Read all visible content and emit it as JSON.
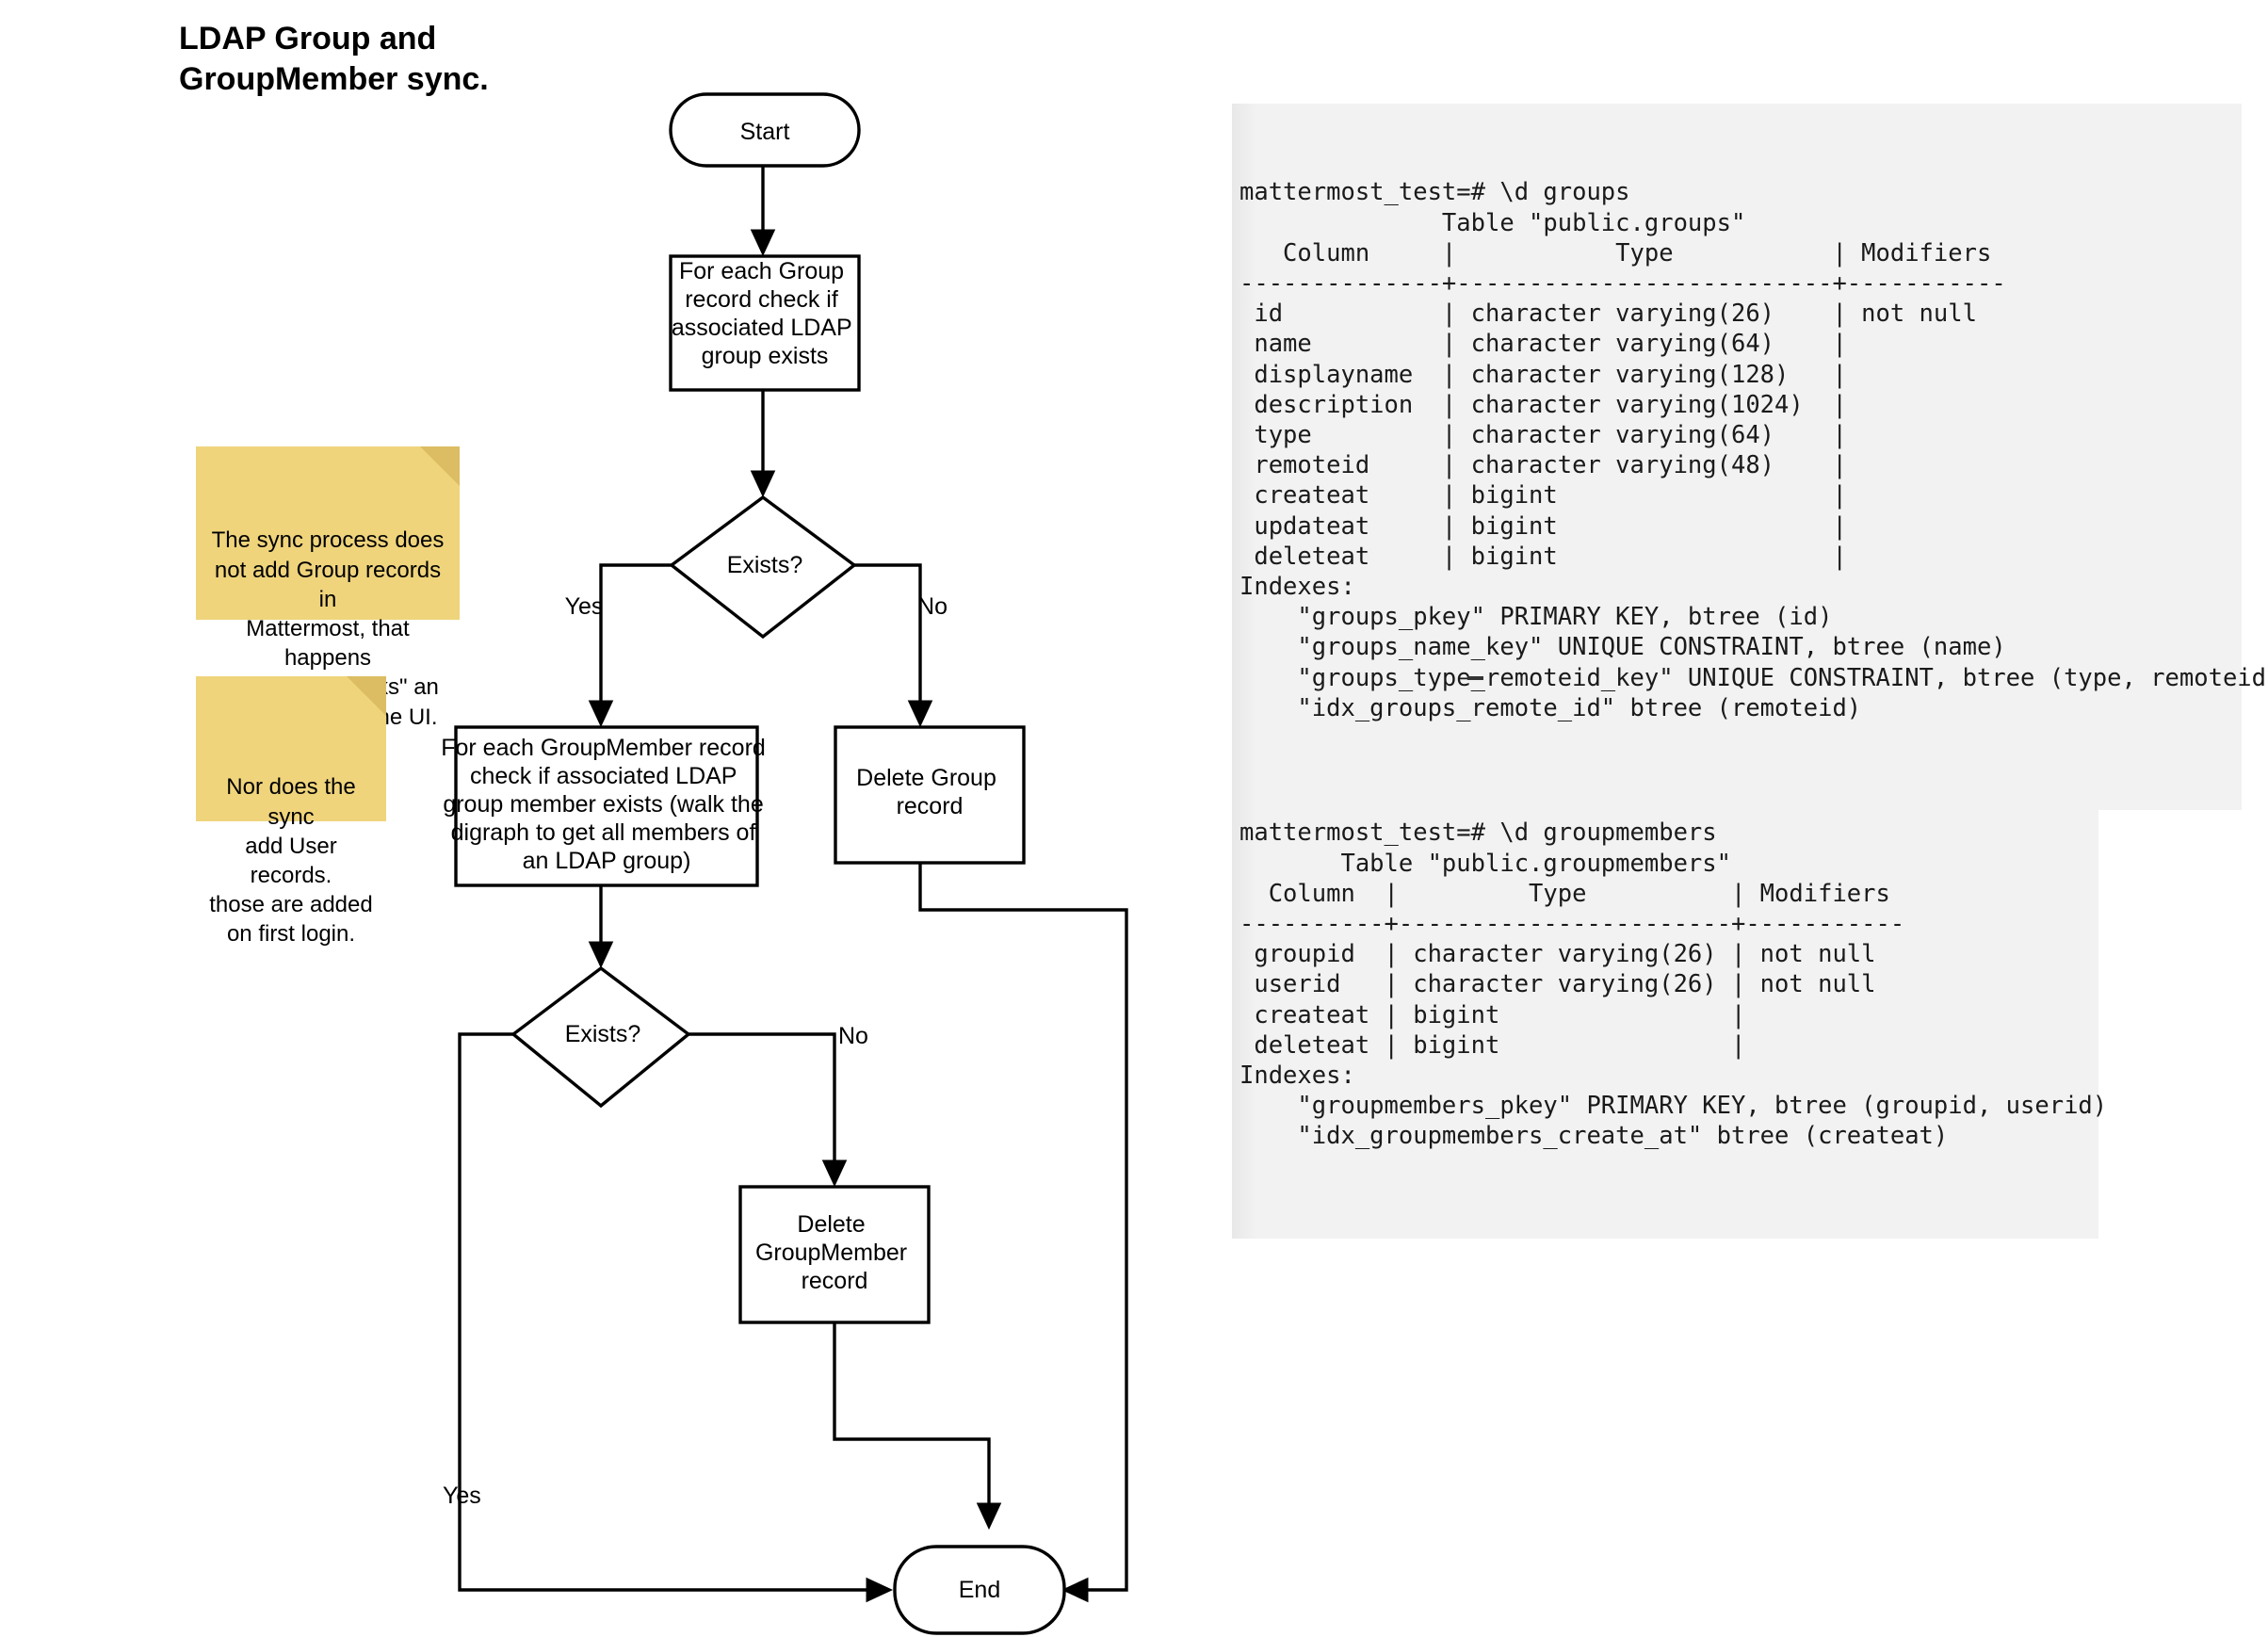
{
  "title": "LDAP Group and\nGroupMember sync.",
  "flowchart": {
    "nodes": {
      "start": "Start",
      "check_group": "For each Group\nrecord check if\nassociated LDAP\ngroup exists",
      "exists_group": "Exists?",
      "check_groupmember": "For each GroupMember record\ncheck if associated LDAP\ngroup member exists (walk the\ndigraph to get all members of\nan LDAP group)",
      "delete_group": "Delete Group\nrecord",
      "exists_groupmember": "Exists?",
      "delete_groupmember": "Delete\nGroupMember\nrecord",
      "end": "End"
    },
    "edge_labels": {
      "group_yes": "Yes",
      "group_no": "No",
      "member_no": "No",
      "member_yes": "Yes"
    }
  },
  "notes": [
    {
      "id": "note-sync-group",
      "text": "The sync process does\nnot add Group records in\nMattermost, that happens\nwhen a user \"links\" an\nLDAP group in the UI."
    },
    {
      "id": "note-sync-user",
      "text": "Nor does the sync\nadd User records.\nthose are added\non first login."
    }
  ],
  "terminals": [
    {
      "id": "terminal-groups",
      "text": "mattermost_test=# \\d groups\n              Table \"public.groups\"\n   Column     |           Type           | Modifiers\n--------------+--------------------------+-----------\n id           | character varying(26)    | not null\n name         | character varying(64)    |\n displayname  | character varying(128)   |\n description  | character varying(1024)  |\n type         | character varying(64)    |\n remoteid     | character varying(48)    |\n createat     | bigint                   |\n updateat     | bigint                   |\n deleteat     | bigint                   |\nIndexes:\n    \"groups_pkey\" PRIMARY KEY, btree (id)\n    \"groups_name_key\" UNIQUE CONSTRAINT, btree (name)\n    \"groups_type_remoteid_key\" UNIQUE CONSTRAINT, btree (type, remoteid)\n    \"idx_groups_remote_id\" btree (remoteid)"
    },
    {
      "id": "terminal-groupmembers",
      "text": "mattermost_test=# \\d groupmembers\n       Table \"public.groupmembers\"\n  Column  |         Type          | Modifiers\n----------+-----------------------+-----------\n groupid  | character varying(26) | not null\n userid   | character varying(26) | not null\n createat | bigint                |\n deleteat | bigint                |\nIndexes:\n    \"groupmembers_pkey\" PRIMARY KEY, btree (groupid, userid)\n    \"idx_groupmembers_create_at\" btree (createat)"
    }
  ],
  "colors": {
    "sticky_note": "#efd47c",
    "sticky_fold": "#dcbd63",
    "terminal_bg": "#f1f1f1",
    "stroke": "#000000"
  }
}
